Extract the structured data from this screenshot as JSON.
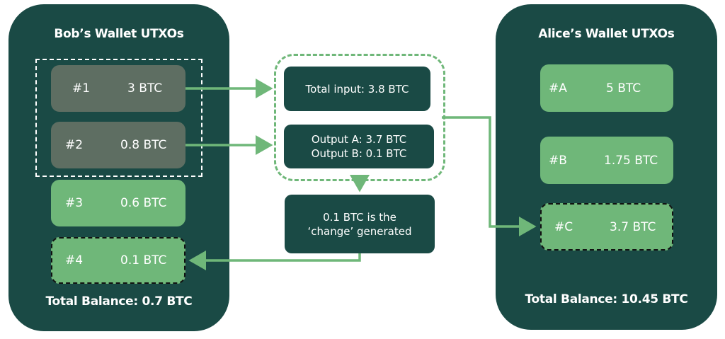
{
  "colors": {
    "panel_bg": "#1a4a45",
    "spent_utxo": "#5e6e62",
    "unspent_utxo": "#6fb779",
    "connector": "#6fb779",
    "text": "#ffffff"
  },
  "bob_wallet": {
    "title": "Bob’s Wallet UTXOs",
    "utxos": [
      {
        "id": "#1",
        "amount": "3 BTC",
        "state": "spent"
      },
      {
        "id": "#2",
        "amount": "0.8 BTC",
        "state": "spent"
      },
      {
        "id": "#3",
        "amount": "0.6 BTC",
        "state": "unspent"
      },
      {
        "id": "#4",
        "amount": "0.1 BTC",
        "state": "new"
      }
    ],
    "total": "Total Balance: 0.7 BTC"
  },
  "transaction": {
    "input_label": "Total input: 3.8 BTC",
    "output_a": "Output A: 3.7 BTC",
    "output_b": "Output B: 0.1 BTC",
    "change_line1": "0.1 BTC is the",
    "change_line2": "‘change’ generated"
  },
  "alice_wallet": {
    "title": "Alice’s Wallet UTXOs",
    "utxos": [
      {
        "id": "#A",
        "amount": "5 BTC",
        "state": "unspent"
      },
      {
        "id": "#B",
        "amount": "1.75 BTC",
        "state": "unspent"
      },
      {
        "id": "#C",
        "amount": "3.7 BTC",
        "state": "new"
      }
    ],
    "total": "Total Balance: 10.45 BTC"
  }
}
